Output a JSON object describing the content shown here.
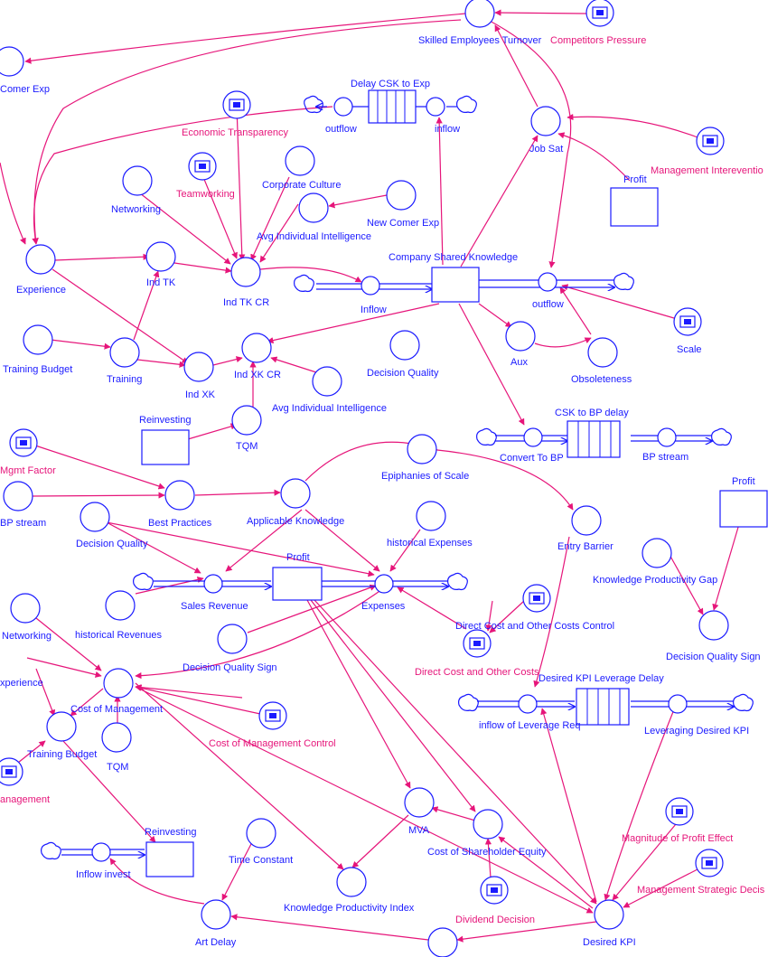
{
  "colors": {
    "element": "#1a1aff",
    "connector": "#e6157a",
    "background": "#ffffff"
  },
  "labels": {
    "skilled_employees_turnover": "Skilled Employees Turnover",
    "competitors_pressure": "Competitors Pressure",
    "comer_exp": "Comer Exp",
    "delay_csk_to_exp": "Delay CSK to Exp",
    "outflow_top": "outflow",
    "inflow_top": "inflow",
    "economic_transparency": "Economic Transparency",
    "job_sat": "Job Sat",
    "profit_top": "Profit",
    "management_intervention": "Management Intereventio",
    "teamworking": "Teamworking",
    "corporate_culture": "Corporate Culture",
    "networking_top": "Networking",
    "new_comer_exp": "New Comer Exp",
    "avg_individual_intelligence_top": "Avg Individual Intelligence",
    "company_shared_knowledge": "Company Shared Knowledge",
    "experience": "Experience",
    "ind_tk": "Ind TK",
    "ind_tk_cr": "Ind TK CR",
    "inflow_mid": "Inflow",
    "outflow_mid": "outflow",
    "scale": "Scale",
    "decision_quality_top": "Decision Quality",
    "aux": "Aux",
    "obsoleteness": "Obsoleteness",
    "training_budget_top": "Training Budget",
    "training": "Training",
    "ind_xk": "Ind XK",
    "ind_xk_cr": "Ind XK CR",
    "avg_individual_intelligence_mid": "Avg Individual Intelligence",
    "reinvesting_top": "Reinvesting",
    "tqm_top": "TQM",
    "csk_to_bp_delay": "CSK to BP delay",
    "convert_to_bp": "Convert To BP",
    "bp_stream_mid": "BP stream",
    "mgmt_factor": "Mgmt Factor",
    "bp_stream_left": "BP stream",
    "best_practices": "Best Practices",
    "applicable_knowledge": "Applicable Knowledge",
    "epiphanies_of_scale": "Epiphanies of Scale",
    "profit_right": "Profit",
    "decision_quality_mid": "Decision Quality",
    "historical_expenses": "historical Expenses",
    "entry_barrier": "Entry Barrier",
    "profit_mid": "Profit",
    "knowledge_productivity_gap": "Knowledge Productivity Gap",
    "sales_revenue": "Sales Revenue",
    "expenses": "Expenses",
    "historical_revenues": "historical Revenues",
    "direct_cost_control": "Direct Cost and Other Costs Control",
    "decision_quality_sign_right": "Decision Quality Sign",
    "networking_bottom": "Networking",
    "experience_bottom": "xperience",
    "decision_quality_sign_mid": "Decision Quality Sign",
    "direct_cost": "Direct Cost and Other Costs",
    "desired_kpi_leverage_delay": "Desired KPI Leverage Delay",
    "cost_of_management": "Cost of Management",
    "inflow_of_leverage_req": "inflow of Leverage Req",
    "leveraging_desired_kpi": "Leveraging Desired KPI",
    "training_budget_bottom": "Training Budget",
    "cost_of_management_control": "Cost of Management Control",
    "tqm_bottom": "TQM",
    "management_bottom": "anagement",
    "magnitude_of_profit_effect": "Magnitude of Profit Effect",
    "reinvesting_bottom": "Reinvesting",
    "mva": "MVA",
    "cost_of_shareholder_equity": "Cost of Shareholder Equity",
    "management_strategic_decision": "Management Strategic Decis",
    "time_constant": "Time Constant",
    "inflow_invest": "Inflow invest",
    "knowledge_productivity_index": "Knowledge Productivity Index",
    "dividend_decision": "Dividend Decision",
    "art_delay": "Art Delay",
    "desired_kpi": "Desired KPI"
  }
}
